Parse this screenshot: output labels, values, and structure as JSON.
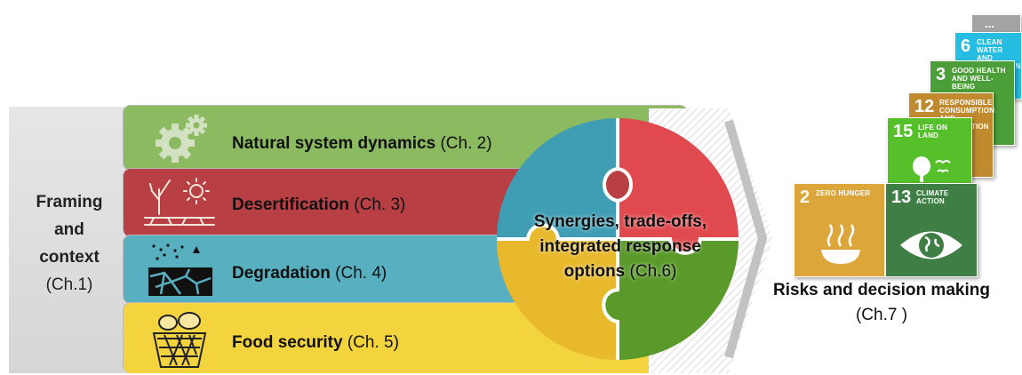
{
  "framing": {
    "line1": "Framing",
    "line2": "and",
    "line3": "context",
    "line4": "(Ch.1)"
  },
  "bands": [
    {
      "title": "Natural system dynamics",
      "chapter": "(Ch. 2)",
      "color": "#8cba61"
    },
    {
      "title": "Desertification",
      "chapter": "(Ch. 3)",
      "color": "#b84045"
    },
    {
      "title": "Degradation",
      "chapter": "(Ch. 4)",
      "color": "#58afc0"
    },
    {
      "title": "Food security",
      "chapter": "(Ch. 5)",
      "color": "#f4d43e"
    }
  ],
  "synergies": {
    "line1": "Synergies, trade-offs,",
    "line2": "integrated response",
    "line3_bold": "options",
    "line3_rest": "(Ch.6)"
  },
  "sdg_tiles": [
    {
      "number": "...",
      "label": "",
      "color": "#a3a3a3"
    },
    {
      "number": "6",
      "label": "CLEAN WATER AND SANITATION",
      "color": "#26bde2"
    },
    {
      "number": "3",
      "label": "GOOD HEALTH AND WELL-BEING",
      "color": "#4c9f38"
    },
    {
      "number": "12",
      "label": "RESPONSIBLE CONSUMPTION AND PRODUCTION",
      "color": "#bf8b2e"
    },
    {
      "number": "15",
      "label": "LIFE ON LAND",
      "color": "#56c02b"
    },
    {
      "number": "2",
      "label": "ZERO HUNGER",
      "color": "#dda63a"
    },
    {
      "number": "13",
      "label": "CLIMATE ACTION",
      "color": "#3f7e44"
    }
  ],
  "risks": {
    "title": "Risks and decision making",
    "chapter": "(Ch.7 )"
  },
  "icons": [
    "gears-icon",
    "dry-tree-sun-icon",
    "cracked-soil-icon",
    "food-basket-icon",
    "fork-bowl-icon",
    "earth-eye-icon",
    "tree-bird-icon"
  ]
}
